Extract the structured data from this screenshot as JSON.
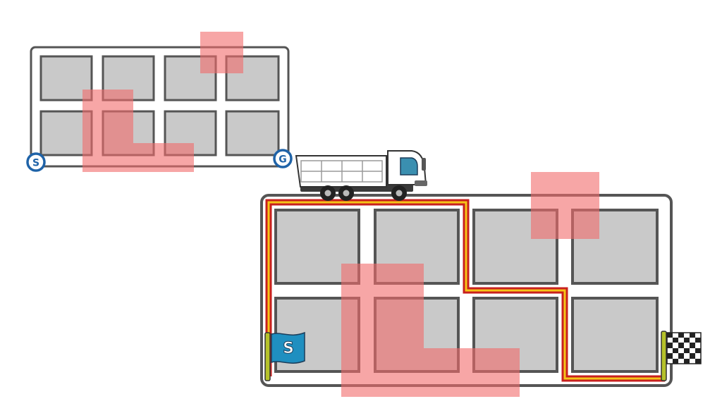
{
  "small_map": {
    "start_label": "S",
    "goal_label": "G",
    "rows": 2,
    "cols": 4
  },
  "large_map": {
    "rows": 2,
    "cols": 4,
    "start_flag_label": "S"
  },
  "colors": {
    "block_fill": "#c9c9c9",
    "block_stroke": "#555555",
    "frame_stroke": "#555555",
    "blocked_zone": "#f26b6b",
    "route_outer": "#c8201e",
    "route_inner": "#f5c518",
    "marker_blue": "#1f63a8",
    "start_flag": "#1f8fc0",
    "flag_pole": "#b5c22a"
  },
  "icons": {
    "truck": "dump-truck-icon",
    "start_flag": "start-flag-icon",
    "goal_flag": "checkered-flag-icon"
  }
}
